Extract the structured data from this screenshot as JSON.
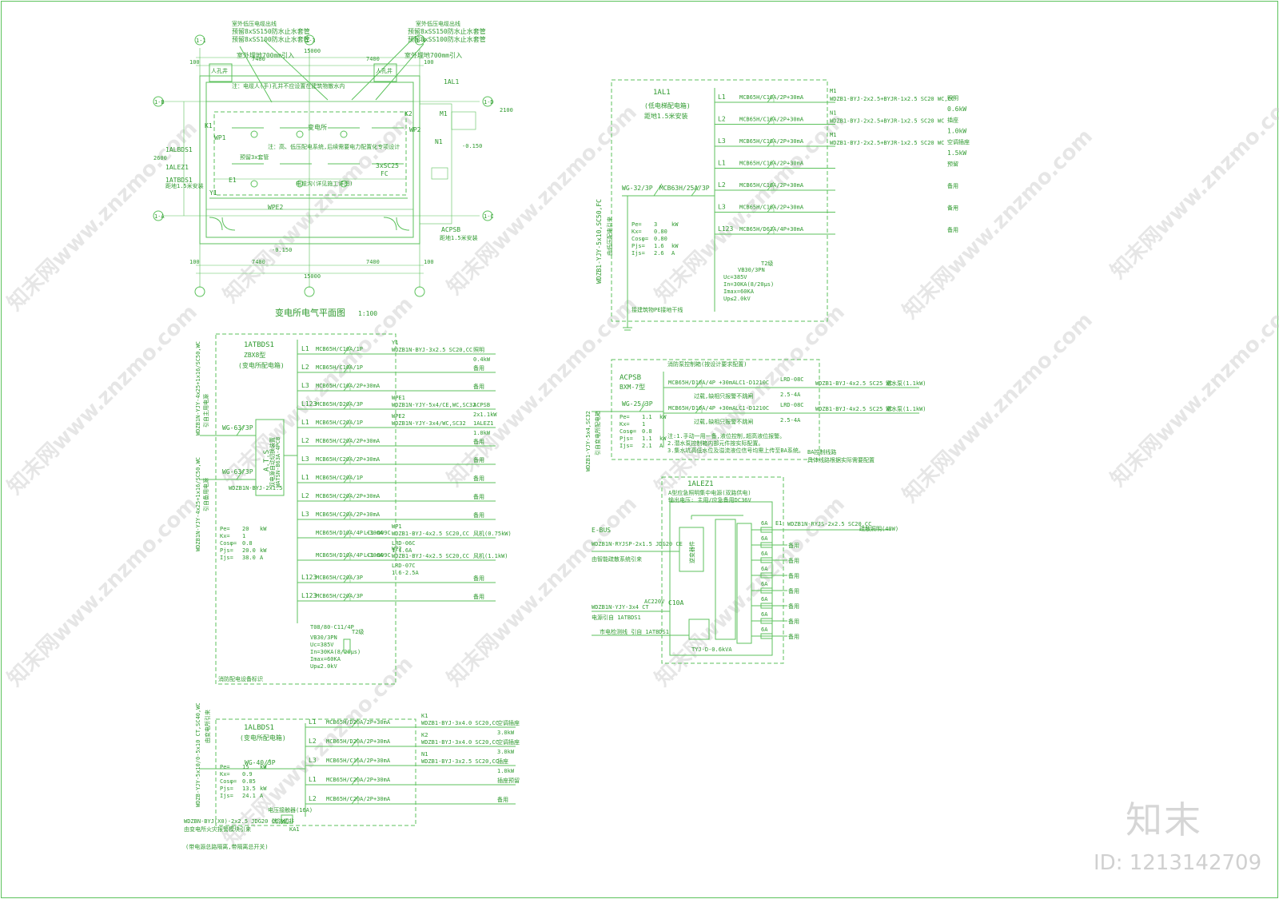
{
  "drawing": {
    "plan": {
      "title": "变电所电气平面图",
      "scale": "1:100",
      "dims": [
        "7400",
        "7400",
        "15000",
        "100",
        "100",
        "100",
        "100",
        "2100",
        "2600"
      ],
      "notes": [
        "室外低压电缆出线",
        "预留8xSS150防水止水套管",
        "预留8xSS100防水止水套管",
        "室外埋地700mm引入",
        "注：电缆人(手)孔井不应设置在建筑物散水内",
        "注：高、低压配电系统,后续需要电力配置化专项设计",
        "变电所",
        "-0.150",
        "-0.150",
        "人孔井",
        "人孔井",
        "预留3x套管",
        "电缆沟(详见施工详图)",
        "3xSC25",
        "FC",
        "距地1.5米安装",
        "距地1.5米安装"
      ],
      "tags": [
        "1ALBDS1",
        "1ALEZ1",
        "1ATBDS1",
        "1AL1",
        "ACPSB",
        "K1",
        "K2",
        "WP1",
        "WP2",
        "E1",
        "Y1",
        "WPE2",
        "M1",
        "N1"
      ],
      "grid": [
        "1-1",
        "1-3",
        "1-4",
        "1-B",
        "1-A",
        "1-D",
        "1-C"
      ]
    },
    "panel_1al1": {
      "name": "1AL1",
      "desc": "(低电梯配电箱)",
      "mount": "距地1.5米安装",
      "main_switch": "WG-32/3P",
      "main_breaker": "MCB63H/25A/3P",
      "incoming": "WDZB1-YJY-5x10,SC50,FC",
      "incoming_note": "由低压配电引来",
      "spd": [
        "VB30/3PN",
        "Uc=385V",
        "In=30KA(8/20μs)",
        "Imax=60KA",
        "Up≤2.0kV"
      ],
      "spd_breaker": "T2级",
      "ground": "接建筑物PE接地干线",
      "calc": [
        "Pe=",
        "3",
        "kW",
        "Kx=",
        "0.80",
        "Cosφ=",
        "0.80",
        "Pjs=",
        "1.6",
        "kW",
        "Ijs=",
        "2.6",
        "A"
      ],
      "circuits": [
        {
          "phase": "L1",
          "breaker": "MCB65H/C16A/2P+30mA",
          "id": "M1",
          "cable": "WDZB1-BYJ-2x2.5+BYJR-1x2.5 SC20 WC,CC",
          "load": "0.6kW",
          "use": "照明"
        },
        {
          "phase": "L2",
          "breaker": "MCB65H/C16A/2P+30mA",
          "id": "N1",
          "cable": "WDZB1-BYJ-2x2.5+BYJR-1x2.5 SC20 WC",
          "load": "1.0kW",
          "use": "插座"
        },
        {
          "phase": "L3",
          "breaker": "MCB65H/C16A/2P+30mA",
          "id": "M1",
          "cable": "WDZB1-BYJ-2x2.5+BYJR-1x2.5 SC20 WC",
          "load": "1.5kW",
          "use": "空调插座"
        },
        {
          "phase": "L1",
          "breaker": "MCB65H/C16A/2P+30mA",
          "id": "",
          "cable": "",
          "load": "",
          "use": "预留"
        },
        {
          "phase": "L2",
          "breaker": "MCB65H/C16A/2P+30mA",
          "id": "",
          "cable": "",
          "load": "",
          "use": "备用"
        },
        {
          "phase": "L3",
          "breaker": "MCB65H/C16A/2P+30mA",
          "id": "",
          "cable": "",
          "load": "",
          "use": "备用"
        },
        {
          "phase": "L123",
          "breaker": "MCB65H/D63A/4P+30mA",
          "id": "",
          "cable": "",
          "load": "",
          "use": "备用"
        }
      ]
    },
    "panel_1atbds1": {
      "name": "1ATBDS1",
      "model": "ZBX8型",
      "desc": "(变电所配电箱)",
      "ats": "A.T.S",
      "ats_model": "WATSN-B63A-4PCB",
      "ats_note": "双电源自动切换装置",
      "main_switch": "WG-63/3P",
      "main_switch_2": "WG-63/3P",
      "incoming1": "WDZB1N-YJY-4x25+1x16/SC50,WC",
      "incoming1_note": "引自主用电源",
      "incoming2": "WDZB1N-YJY-4x25+1x16/SC50,WC",
      "incoming2_note": "引自备用电源",
      "ctrl_note": "WDZB1N-BYJ-2x1.5",
      "calc": [
        "Pe=",
        "20",
        "kW",
        "Kx=",
        "1",
        "Cosφ=",
        "0.8",
        "Pjs=",
        "20.0",
        "kW",
        "Ijs=",
        "38.0",
        "A"
      ],
      "spd": [
        "T08/80-C11/4P",
        "VB30/3PN",
        "Uc=385V",
        "In=30KA(8/20μs)",
        "Imax=60KA",
        "Up≤2.0kV"
      ],
      "spd_breaker": "T2级",
      "footer": "消防配电设备标识",
      "circuits": [
        {
          "phase": "L1",
          "breaker": "MCB65H/C16A/1P",
          "id": "Y1",
          "cable": "WDZB1N-BYJ-3x2.5 SC20,CC",
          "load": "0.4kW",
          "use": "照明"
        },
        {
          "phase": "L2",
          "breaker": "MCB65H/C16A/1P",
          "id": "",
          "cable": "",
          "load": "",
          "use": "备用"
        },
        {
          "phase": "L3",
          "breaker": "MCB65H/C16A/2P+30mA",
          "id": "",
          "cable": "",
          "load": "",
          "use": "备用"
        },
        {
          "phase": "L123",
          "breaker": "MCB65H/D20A/3P",
          "id": "WPE1",
          "cable": "WDZB1N-YJY-5x4/CE,WC,SC32",
          "load": "2x1.1kW",
          "use": "ACPSB"
        },
        {
          "phase": "L1",
          "breaker": "MCB65H/C20A/1P",
          "id": "WPE2",
          "cable": "WDZB1N-YJY-3x4/WC,SC32",
          "load": "1.0kW",
          "use": "1ALEZ1"
        },
        {
          "phase": "L2",
          "breaker": "MCB65H/C20A/2P+30mA",
          "id": "",
          "cable": "",
          "load": "",
          "use": "备用"
        },
        {
          "phase": "L3",
          "breaker": "MCB65H/C20A/2P+30mA",
          "id": "",
          "cable": "",
          "load": "",
          "use": "备用"
        },
        {
          "phase": "L1",
          "breaker": "MCB65H/C20A/1P",
          "id": "",
          "cable": "",
          "load": "",
          "use": "备用"
        },
        {
          "phase": "L2",
          "breaker": "MCB65H/C20A/2P+30mA",
          "id": "",
          "cable": "",
          "load": "",
          "use": "备用"
        },
        {
          "phase": "L3",
          "breaker": "MCB65H/C20A/2P+30mA",
          "id": "",
          "cable": "",
          "load": "",
          "use": "备用"
        },
        {
          "phase": "",
          "breaker": "MCB65H/D10A/4P +30mA",
          "id": "WP1",
          "cable": "WDZB1-BYJ-4x2.5 SC20,CC",
          "load": "",
          "use": "风机(0.75kW)",
          "ctl": "LC1-D09C",
          "relay": "LRD-06C",
          "range": "1-1.6A"
        },
        {
          "phase": "",
          "breaker": "MCB65H/D10A/4P +30mA",
          "id": "WP2",
          "cable": "WDZB1-BYJ-4x2.5 SC20,CC",
          "load": "",
          "use": "风机(1.1kW)",
          "ctl": "LC1-D09C",
          "relay": "LRD-07C",
          "range": "1.6-2.5A"
        },
        {
          "phase": "L123",
          "breaker": "MCB65H/C20A/3P",
          "id": "",
          "cable": "",
          "load": "",
          "use": "备用"
        },
        {
          "phase": "L123",
          "breaker": "MCB65H/C20A/3P",
          "id": "",
          "cable": "",
          "load": "",
          "use": "备用"
        }
      ]
    },
    "panel_acpsb": {
      "name": "ACPSB",
      "model": "BXM-7型",
      "main_switch": "WG-25/3P",
      "incoming": "WDZB1-YJY-5x4,SC32",
      "incoming_note": "引自变电所配电箱",
      "header": "消防泵控制箱(按设计要求配置)",
      "calc": [
        "Pe=",
        "1.1",
        "kW",
        "Kx=",
        "1",
        "Cosφ=",
        "0.8",
        "Pjs=",
        "1.1",
        "kW",
        "Ijs=",
        "2.1",
        "A"
      ],
      "notes": [
        "注:1.手动一用一备,液位控制,超高液位报警。",
        "2.潜水泵控制箱内部元件按实际配置。",
        "3.集水坑高低水位及溢流液位信号均需上传至BA系统。"
      ],
      "ba": "BA控制线路",
      "ba_note": "具体线路根据实际需要配置",
      "circuits": [
        {
          "breaker": "MCB65H/D10A/4P +30mA",
          "ctl": "LC1-D1210C",
          "relay": "LRD-08C",
          "range": "2.5-4A",
          "cable": "WDZB1-BYJ-4x2.5 SC25 WC",
          "load": "潜水泵(1.1kW)",
          "note": "过载,缺相只报警不跳闸"
        },
        {
          "breaker": "MCB65H/D10A/4P +30mA",
          "ctl": "LC1-D1210C",
          "relay": "LRD-08C",
          "range": "2.5-4A",
          "cable": "WDZB1-BYJ-4x2.5 SC25 WC",
          "load": "潜水泵(1.1kW)",
          "note": "过载,缺相只报警不跳闸"
        }
      ]
    },
    "panel_1alez1": {
      "name": "1ALEZ1",
      "desc": "A型应急照明集中电源(双路供电)",
      "spec": "输出电压: 主用/应急备用DC36V",
      "ebus": "E-BUS",
      "ebus_cable": "WDZB1N-RYJSP-2x1.5 JDG20 CE",
      "ebus_note": "由智能疏散系统引来",
      "ac": "AC220V",
      "ac_breaker": "C10A",
      "ac_cable": "WDZB1N-YJY-3x4 CT",
      "ac_note": "电源引自 1ATBDS1",
      "mon_note": "市电检测线 引自 1ATBDS1",
      "ups": "TYJ-D-0.6kVA",
      "charger": "逆变器件",
      "circuits": [
        {
          "fuse": "6A",
          "id": "E1",
          "cable": "WDZB1N-RYJS-2x2.5 SC20,CC",
          "use": "疏散照明(40W)"
        },
        {
          "fuse": "6A",
          "id": "",
          "cable": "",
          "use": "备用"
        },
        {
          "fuse": "6A",
          "id": "",
          "cable": "",
          "use": "备用"
        },
        {
          "fuse": "6A",
          "id": "",
          "cable": "",
          "use": "备用"
        },
        {
          "fuse": "6A",
          "id": "",
          "cable": "",
          "use": "备用"
        },
        {
          "fuse": "6A",
          "id": "",
          "cable": "",
          "use": "备用"
        },
        {
          "fuse": "6A",
          "id": "",
          "cable": "",
          "use": "备用"
        },
        {
          "fuse": "6A",
          "id": "",
          "cable": "",
          "use": "备用"
        }
      ]
    },
    "panel_1albds1": {
      "name": "1ALBDS1",
      "desc": "(变电所配电箱)",
      "main_switch": "WG-40/3P",
      "incoming": "WDZB-YJY-5x10/0-5x10 CT,SC40,WC",
      "incoming_note": "由变电所引来",
      "calc": [
        "Pe=",
        "15",
        "kW",
        "Kx=",
        "0.9",
        "Cosφ=",
        "0.85",
        "Pjs=",
        "13.5",
        "kW",
        "Ijs=",
        "24.1",
        "A"
      ],
      "lock_cable": "WDZBN-BYJ(X0)-2x2.5 JDG20 CC,WC",
      "lock_note": "由变电所火灾报警模块引来",
      "lock_label": "消防切非",
      "lock_relay": "KA1",
      "relay_spec": "电压接触器(16A)",
      "footer": "(带电源总路隔离,带隔离总开关)",
      "circuits": [
        {
          "phase": "L1",
          "breaker": "MCB65H/D20A/2P+30mA",
          "id": "K1",
          "cable": "WDZB1-BYJ-3x4.0 SC20,CC",
          "load": "3.0kW",
          "use": "空调插座"
        },
        {
          "phase": "L2",
          "breaker": "MCB65H/D20A/2P+30mA",
          "id": "K2",
          "cable": "WDZB1-BYJ-3x4.0 SC20,CC",
          "load": "3.0kW",
          "use": "空调插座"
        },
        {
          "phase": "L3",
          "breaker": "MCB65H/C16A/2P+30mA",
          "id": "N1",
          "cable": "WDZB1-BYJ-3x2.5 SC20,CC",
          "load": "1.0kW",
          "use": "插座"
        },
        {
          "phase": "L1",
          "breaker": "MCB65H/C20A/2P+30mA",
          "id": "",
          "cable": "",
          "load": "",
          "use": "插座预留"
        },
        {
          "phase": "L2",
          "breaker": "MCB65H/C20A/2P+30mA",
          "id": "",
          "cable": "",
          "load": "",
          "use": "备用"
        }
      ]
    }
  },
  "watermark": {
    "text": "知末网www.znzmo.com",
    "brand": "知末",
    "id": "ID: 1213142709"
  },
  "colors": {
    "line": "#5cc25c",
    "text": "#2f9a2f",
    "background": "#ffffff",
    "watermark": "#c9c9c9"
  }
}
